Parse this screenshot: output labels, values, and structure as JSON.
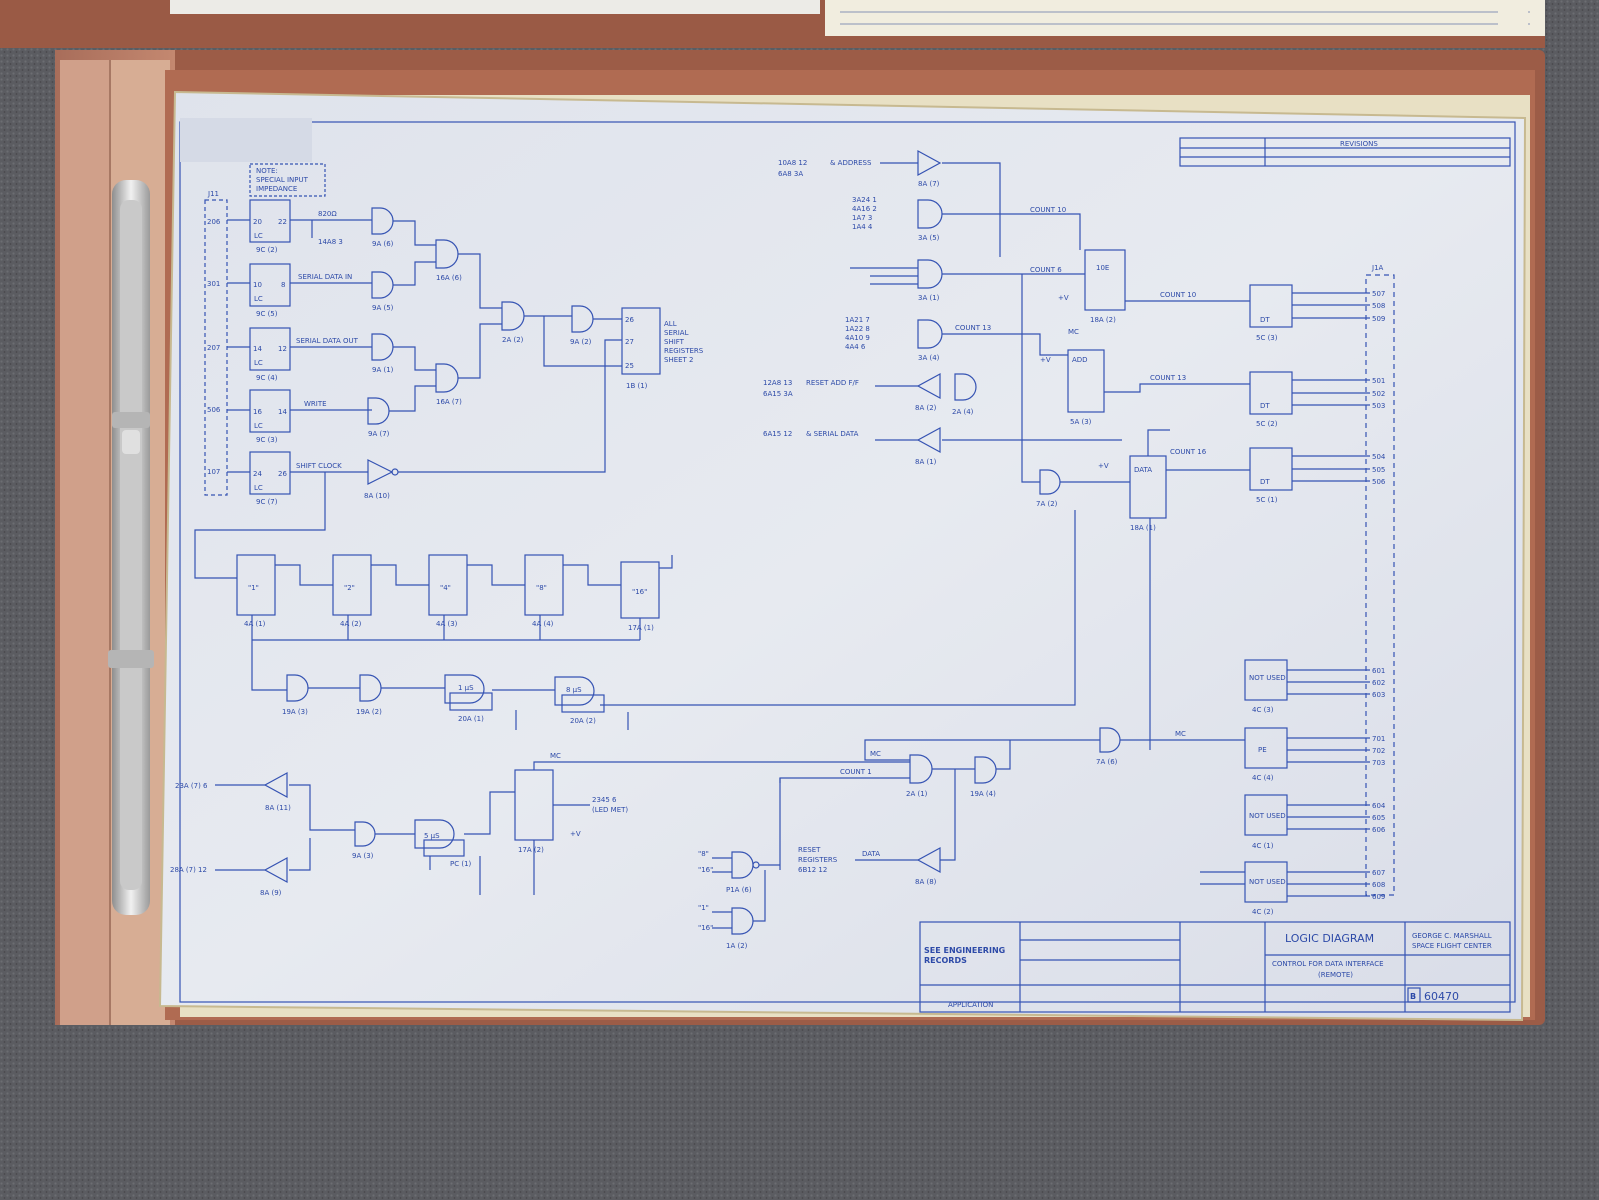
{
  "blueprint": {
    "note": [
      "NOTE:",
      "SPECIAL INPUT",
      "IMPEDANCE"
    ],
    "connector": "J11",
    "pins": [
      "206",
      "301",
      "207",
      "506",
      "107"
    ],
    "receivers": [
      {
        "pins": [
          "20",
          "22"
        ],
        "name": "LC",
        "ref": "9C (2)"
      },
      {
        "pins": [
          "10",
          "8"
        ],
        "name": "LC",
        "ref": "9C (5)"
      },
      {
        "pins": [
          "14",
          "12"
        ],
        "name": "LC",
        "ref": "9C (4)"
      },
      {
        "pins": [
          "16",
          "14"
        ],
        "name": "LC",
        "ref": "9C (3)"
      },
      {
        "pins": [
          "24",
          "26"
        ],
        "name": "LC",
        "ref": "9C (7)"
      }
    ],
    "signals": [
      "SERIAL DATA IN",
      "SERIAL DATA OUT",
      "WRITE",
      "SHIFT CLOCK"
    ],
    "res_label": "820Ω",
    "res_ref": "14A8 3",
    "gates_left": [
      "9A (6)",
      "9A (5)",
      "9A (1)",
      "9A (7)",
      "16A (6)",
      "16A (7)",
      "2A (2)",
      "9A (2)",
      "8A (10)"
    ],
    "shift_reg": {
      "pins": [
        "26",
        "27",
        "25"
      ],
      "ref": "1B (1)"
    },
    "shift_note": [
      "ALL",
      "SERIAL",
      "SHIFT",
      "REGISTERS",
      "SHEET 2"
    ],
    "counters": [
      {
        "label": "\"1\"",
        "ref": "4A (1)"
      },
      {
        "label": "\"2\"",
        "ref": "4A (2)"
      },
      {
        "label": "\"4\"",
        "ref": "4A (3)"
      },
      {
        "label": "\"8\"",
        "ref": "4A (4)"
      },
      {
        "label": "\"16\"",
        "ref": "17A (1)"
      }
    ],
    "mid_gates": [
      "19A (3)",
      "19A (2)"
    ],
    "oneshots": [
      {
        "label": "1 μS",
        "ref": "20A (1)"
      },
      {
        "label": "8 μS",
        "ref": "20A (2)"
      }
    ],
    "top_inputs": {
      "address": [
        "10A8 12",
        "6A8 3A",
        "& ADDRESS"
      ],
      "addr_gate": "8A (7)",
      "bits_a": [
        "3A24 1",
        "4A16 2",
        "1A7 3",
        "1A4 4"
      ],
      "gate_3a5": "3A (5)",
      "gate_3a1": "3A (1)",
      "bits_b": [
        "1A21 7",
        "1A22 8",
        "4A10 9",
        "4A4 6"
      ],
      "gate_3a4": "3A (4)",
      "reset": [
        "12A8 13",
        "6A15 3A",
        "RESET ADD F/F"
      ],
      "reset_gate": "8A (2)",
      "gate_2a4": "2A (4)",
      "serial": [
        "6A15 12",
        "& SERIAL DATA"
      ],
      "serial_gate": "8A (1)"
    },
    "counts": [
      "COUNT 10",
      "COUNT 6",
      "COUNT 10",
      "COUNT 13",
      "COUNT 13",
      "COUNT 16"
    ],
    "icbox_top": {
      "label": "10E",
      "ref": "18A (2)"
    },
    "add_box": {
      "label": "ADD",
      "ref": "5A (3)"
    },
    "data_box": {
      "label": "DATA",
      "ref": "18A (1)"
    },
    "gate_7a2": "7A (2)",
    "vplus": "+V",
    "mc": "MC",
    "dt_blocks": [
      {
        "name": "DT",
        "ref": "5C (3)",
        "outs": [
          "507",
          "508",
          "509"
        ]
      },
      {
        "name": "DT",
        "ref": "5C (2)",
        "outs": [
          "501",
          "502",
          "503"
        ]
      },
      {
        "name": "DT",
        "ref": "5C (1)",
        "outs": [
          "504",
          "505",
          "506"
        ]
      }
    ],
    "conn_right": "J1A",
    "lower_blocks": [
      {
        "name": "NOT USED",
        "ref": "4C (3)",
        "outs": [
          "601",
          "602",
          "603"
        ]
      },
      {
        "name": "PE",
        "ref": "4C (4)",
        "outs": [
          "701",
          "702",
          "703"
        ]
      },
      {
        "name": "NOT USED",
        "ref": "4C (1)",
        "outs": [
          "604",
          "605",
          "606"
        ]
      },
      {
        "name": "NOT USED",
        "ref": "4C (2)",
        "outs": [
          "607",
          "608",
          "609"
        ]
      }
    ],
    "bottom": {
      "in1": "23A (7) 6",
      "in2": "28A (7) 12",
      "g1": "8A (11)",
      "g2": "8A (9)",
      "g3": "9A (3)",
      "oneshot": "5 μS",
      "oneshot_ref": "PC (1)",
      "ff_ref": "17A (2)",
      "led": [
        "2345 6",
        "(LED MET)"
      ],
      "gate_2a1": "2A (1)",
      "gate_19a4": "19A (4)",
      "gate_7a6": "7A (6)",
      "count1": "COUNT 1",
      "reset": [
        "RESET",
        "REGISTERS",
        "6B12 12"
      ],
      "data": "DATA",
      "data_gate": "8A (8)",
      "in_8": "\"8\"",
      "in_16": "\"16\"",
      "in_1": "\"1\"",
      "gate_p1a6": "P1A (6)",
      "gate_1a2": "1A (2)"
    },
    "title_block": {
      "company": [
        "SEE ENGINEERING",
        "RECORDS"
      ],
      "title": "LOGIC DIAGRAM",
      "subtitle": "CONTROL FOR DATA INTERFACE",
      "remote": "(REMOTE)",
      "center": [
        "GEORGE C. MARSHALL",
        "SPACE FLIGHT CENTER"
      ],
      "number": "60470",
      "size": "B",
      "application": "APPLICATION"
    },
    "revisions": "REVISIONS"
  }
}
